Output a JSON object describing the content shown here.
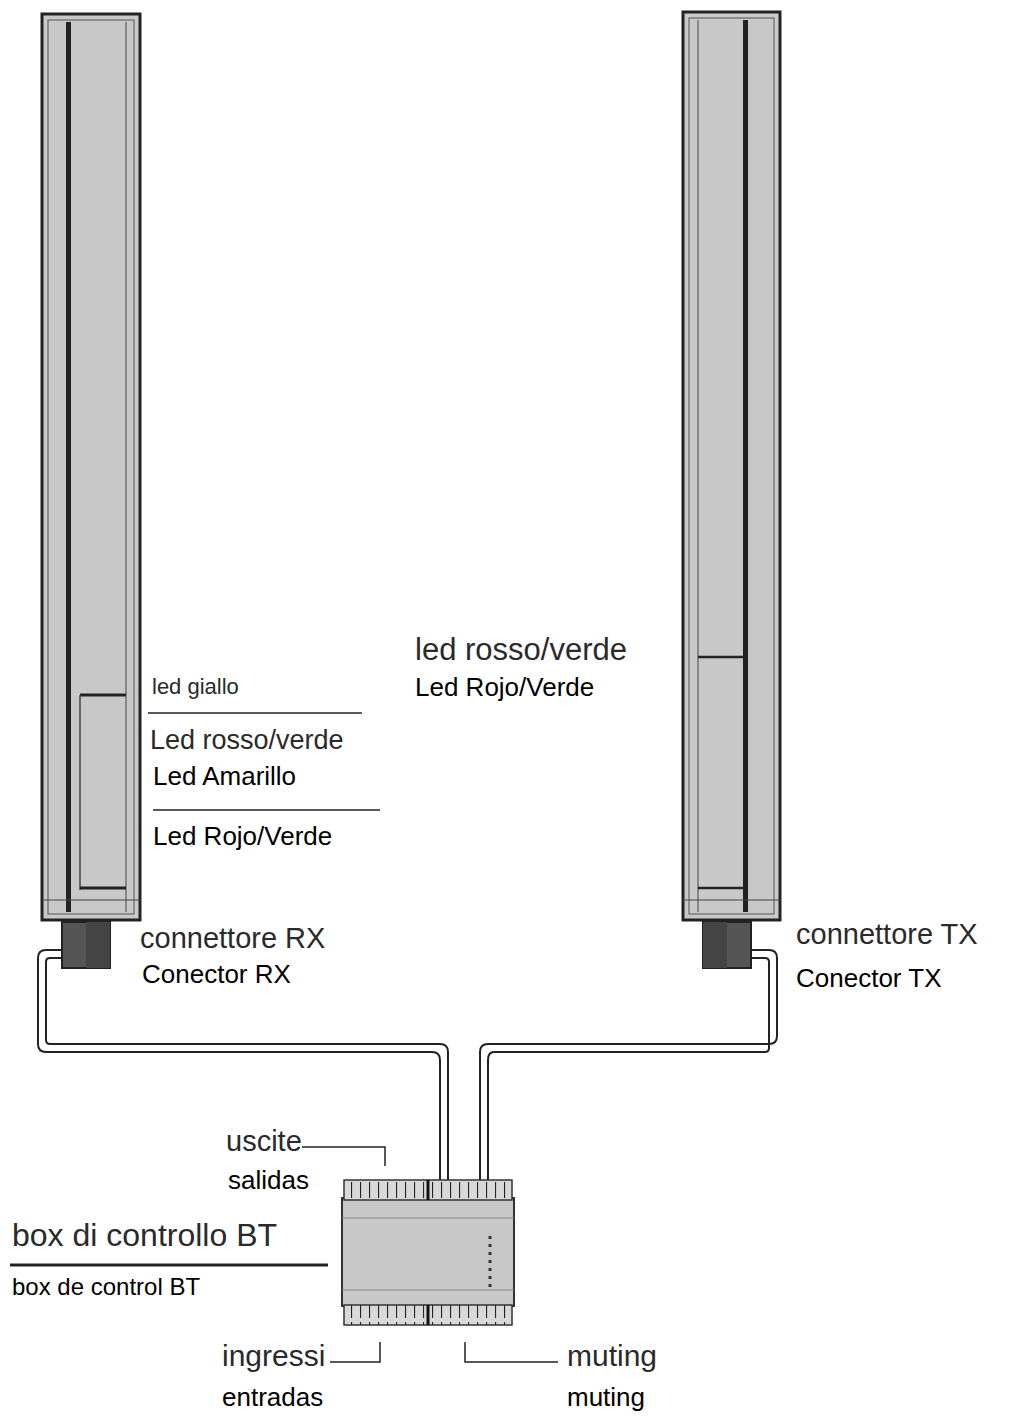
{
  "diagram": {
    "labels": [
      "led giallo",
      "Led rosso/verde",
      "Led Amarillo",
      "Led Rojo/Verde",
      "led rosso/verde",
      "Led Rojo/Verde",
      "connettore RX",
      "Conector RX",
      "connettore TX",
      "Conector TX",
      "uscite",
      "salidas",
      "box di controllo BT",
      "box de control BT",
      "ingressi",
      "entradas",
      "muting",
      "muting"
    ]
  }
}
